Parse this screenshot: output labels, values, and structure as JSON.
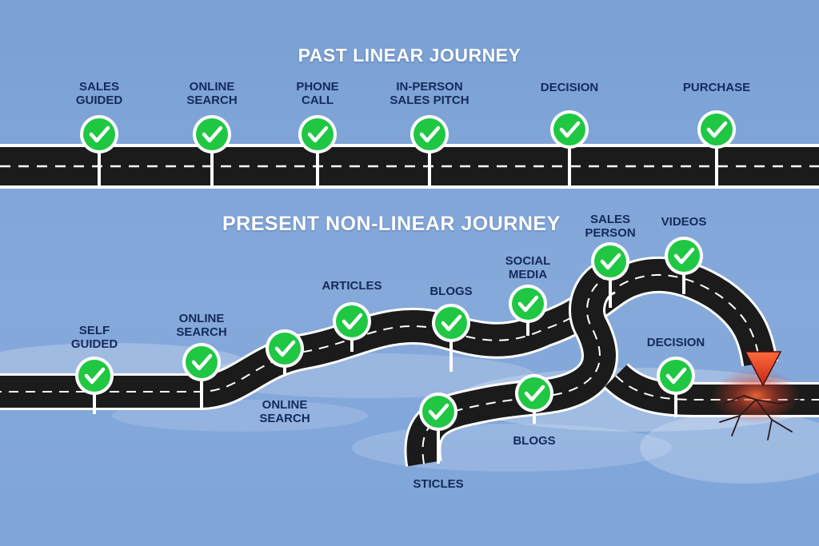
{
  "titles": {
    "past": "PAST LINEAR JOURNEY",
    "present": "PRESENT NON-LINEAR JOURNEY"
  },
  "past_journey": [
    {
      "label": "SALES\nGUIDED"
    },
    {
      "label": "ONLINE\nSEARCH"
    },
    {
      "label": "PHONE\nCALL"
    },
    {
      "label": "IN-PERSON\nSALES PITCH"
    },
    {
      "label": "DECISION"
    },
    {
      "label": "PURCHASE"
    }
  ],
  "present_journey": [
    {
      "label": "SELF\nGUIDED"
    },
    {
      "label": "ONLINE\nSEARCH"
    },
    {
      "label": "ONLINE\nSEARCH"
    },
    {
      "label": "ARTICLES"
    },
    {
      "label": "BLOGS"
    },
    {
      "label": "SOCIAL\nMEDIA"
    },
    {
      "label": "SALES\nPERSON"
    },
    {
      "label": "VIDEOS"
    },
    {
      "label": "BLOGS"
    },
    {
      "label": "STICLES"
    },
    {
      "label": "DECISION"
    }
  ],
  "colors": {
    "sky": "#7ea3d6",
    "road": "#1b1b1b",
    "road_edge": "#ffffff",
    "check_green": "#1fc743",
    "label_text": "#142a5c",
    "crack_glow": "#e8482a"
  },
  "icons": {
    "stop_marker": "check-circle-icon",
    "end_arrow": "arrow-down-icon",
    "road_crack": "crack-icon"
  }
}
